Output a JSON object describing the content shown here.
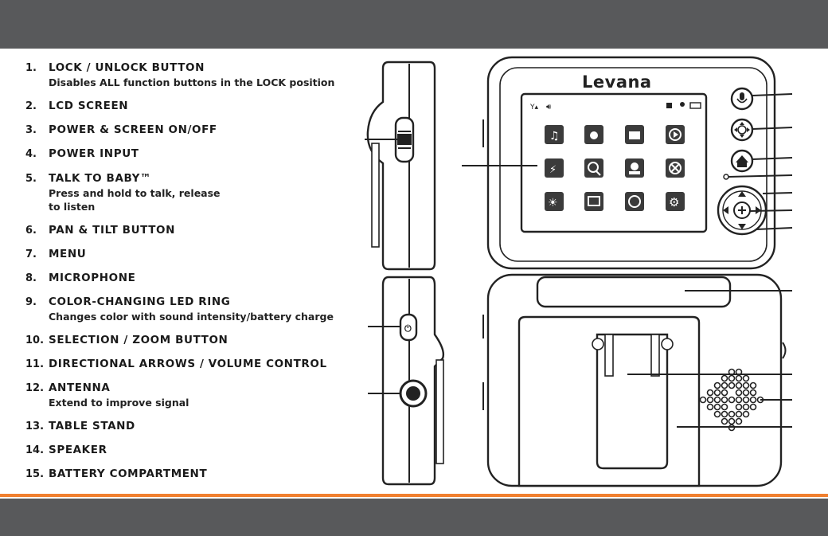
{
  "parts": [
    {
      "num": "1.",
      "name": "LOCK / UNLOCK BUTTON",
      "desc": "Disables ALL function buttons in the LOCK position"
    },
    {
      "num": "2.",
      "name": "LCD SCREEN",
      "desc": ""
    },
    {
      "num": "3.",
      "name": "POWER & SCREEN ON/OFF",
      "desc": ""
    },
    {
      "num": "4.",
      "name": "POWER INPUT",
      "desc": ""
    },
    {
      "num": "5.",
      "name": "TALK TO BABY™",
      "desc": "Press and hold to talk, release\nto listen"
    },
    {
      "num": "6.",
      "name": "PAN & TILT BUTTON",
      "desc": ""
    },
    {
      "num": "7.",
      "name": "MENU",
      "desc": ""
    },
    {
      "num": "8.",
      "name": "MICROPHONE",
      "desc": ""
    },
    {
      "num": "9.",
      "name": "COLOR-CHANGING LED RING",
      "desc": "Changes color with sound intensity/battery charge"
    },
    {
      "num": "10.",
      "name": "SELECTION / ZOOM BUTTON",
      "desc": ""
    },
    {
      "num": "11.",
      "name": "DIRECTIONAL ARROWS / VOLUME CONTROL",
      "desc": ""
    },
    {
      "num": "12.",
      "name": "ANTENNA",
      "desc": "Extend to improve signal"
    },
    {
      "num": "13.",
      "name": "TABLE STAND",
      "desc": ""
    },
    {
      "num": "14.",
      "name": "SPEAKER",
      "desc": ""
    },
    {
      "num": "15.",
      "name": "BATTERY COMPARTMENT",
      "desc": ""
    }
  ],
  "device": {
    "brand": "Levana"
  },
  "colors": {
    "band": "#58595b",
    "accent": "#f07f2e",
    "ink": "#222222"
  }
}
